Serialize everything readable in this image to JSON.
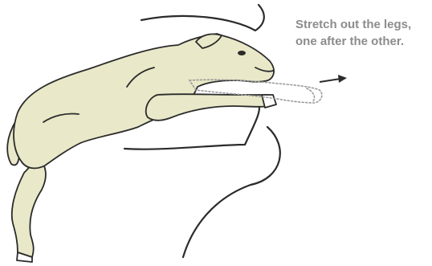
{
  "illustration": {
    "caption_lines": [
      "Stretch out the legs,",
      "one after the other."
    ],
    "colors": {
      "calf_fill": "#e9e8c8",
      "outline": "#2b2b2b",
      "caption": "#8c8c8c",
      "dotted_leg": "#9a9a9a"
    },
    "icons": [
      "calf-figure",
      "birth-canal-outline",
      "pull-direction-arrow"
    ]
  }
}
